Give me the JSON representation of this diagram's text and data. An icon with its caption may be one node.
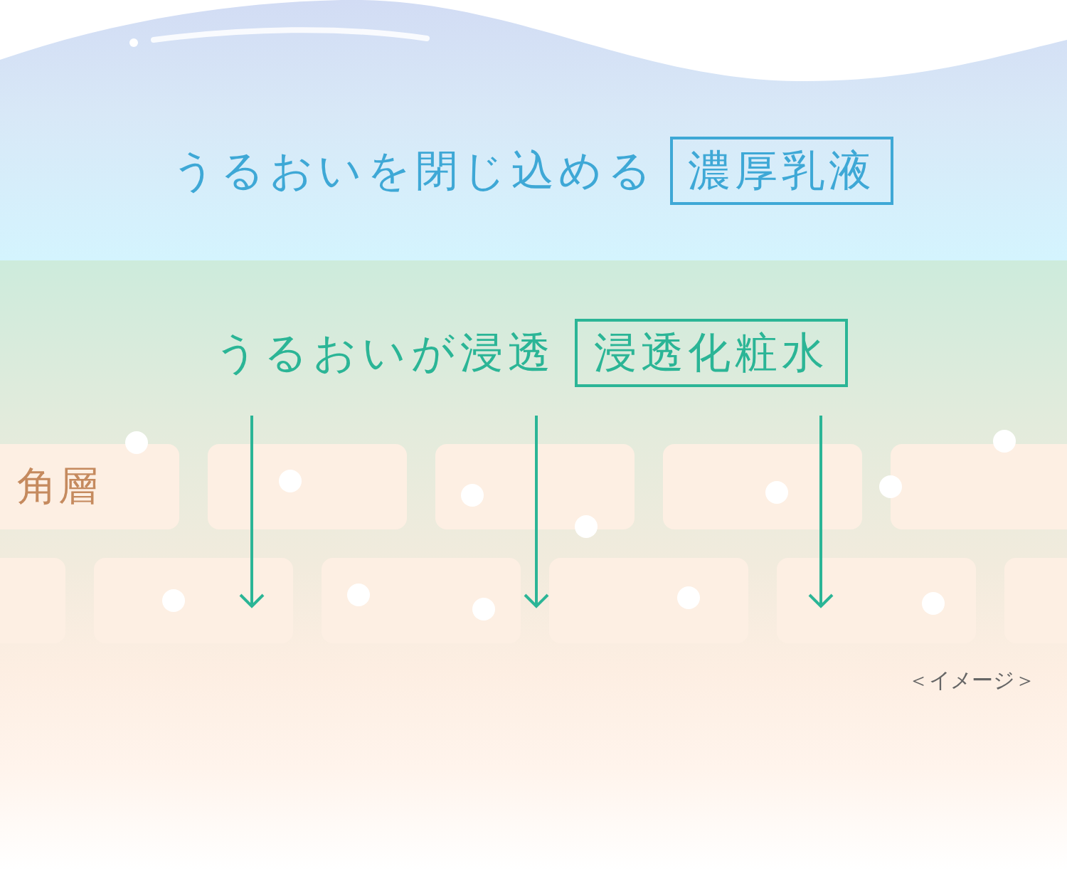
{
  "diagram": {
    "nodes": [
      {
        "text": [
          "濃厚乳液"
        ]
      },
      {
        "text": [
          "浸透化粧水"
        ]
      },
      {
        "text": [
          "角層"
        ]
      },
      {
        "text": [],
        "shape": "box"
      },
      {
        "text": [],
        "shape": "box"
      },
      {
        "text": [],
        "shape": "box"
      },
      {
        "text": [],
        "shape": "box"
      },
      {
        "text": [],
        "shape": "box"
      },
      {
        "text": [],
        "shape": "box"
      },
      {
        "text": [],
        "shape": "box"
      },
      {
        "text": [],
        "shape": "box"
      },
      {
        "text": [],
        "shape": "box"
      },
      {
        "text": [],
        "shape": "box"
      }
    ],
    "edges": [
      {
        "from": null,
        "to": 8,
        "arrow": "to"
      },
      {
        "from": null,
        "to": 10,
        "arrow": "to"
      },
      {
        "from": null,
        "to": 11,
        "arrow": "to"
      }
    ],
    "labels": [
      "うるおいを閉じ込める",
      "うるおいが浸透",
      "＜イメージ＞"
    ]
  }
}
